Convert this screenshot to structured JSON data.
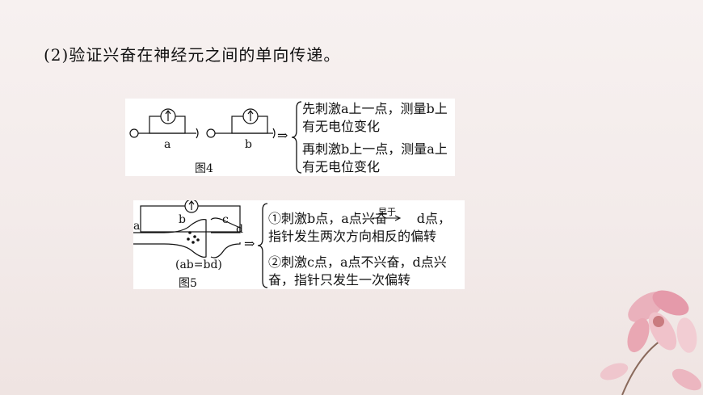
{
  "title": "(2)验证兴奋在神经元之间的单向传递。",
  "fig4": {
    "label_a": "a",
    "label_b": "b",
    "caption": "图4",
    "implies": "⇒",
    "line1": "先刺激a上一点，测量b上",
    "line2": "有无电位变化",
    "line3": "再刺激b上一点，测量a上",
    "line4": "有无电位变化"
  },
  "fig5": {
    "label_a": "a",
    "label_b": "b",
    "label_c": "c",
    "label_d": "d",
    "equation": "(ab=bd)",
    "caption": "图5",
    "implies": "⇒",
    "line1_pre": "①刺激b点，a点兴奋",
    "arrow_text": "早于",
    "line1_post": "d点，",
    "line2": "指针发生两次方向相反的偏转",
    "line3": "②刺激c点，a点不兴奋，d点兴",
    "line4": "奋，指针只发生一次偏转"
  },
  "colors": {
    "background": "#f5eeec",
    "flower": "#e9a7b3"
  }
}
